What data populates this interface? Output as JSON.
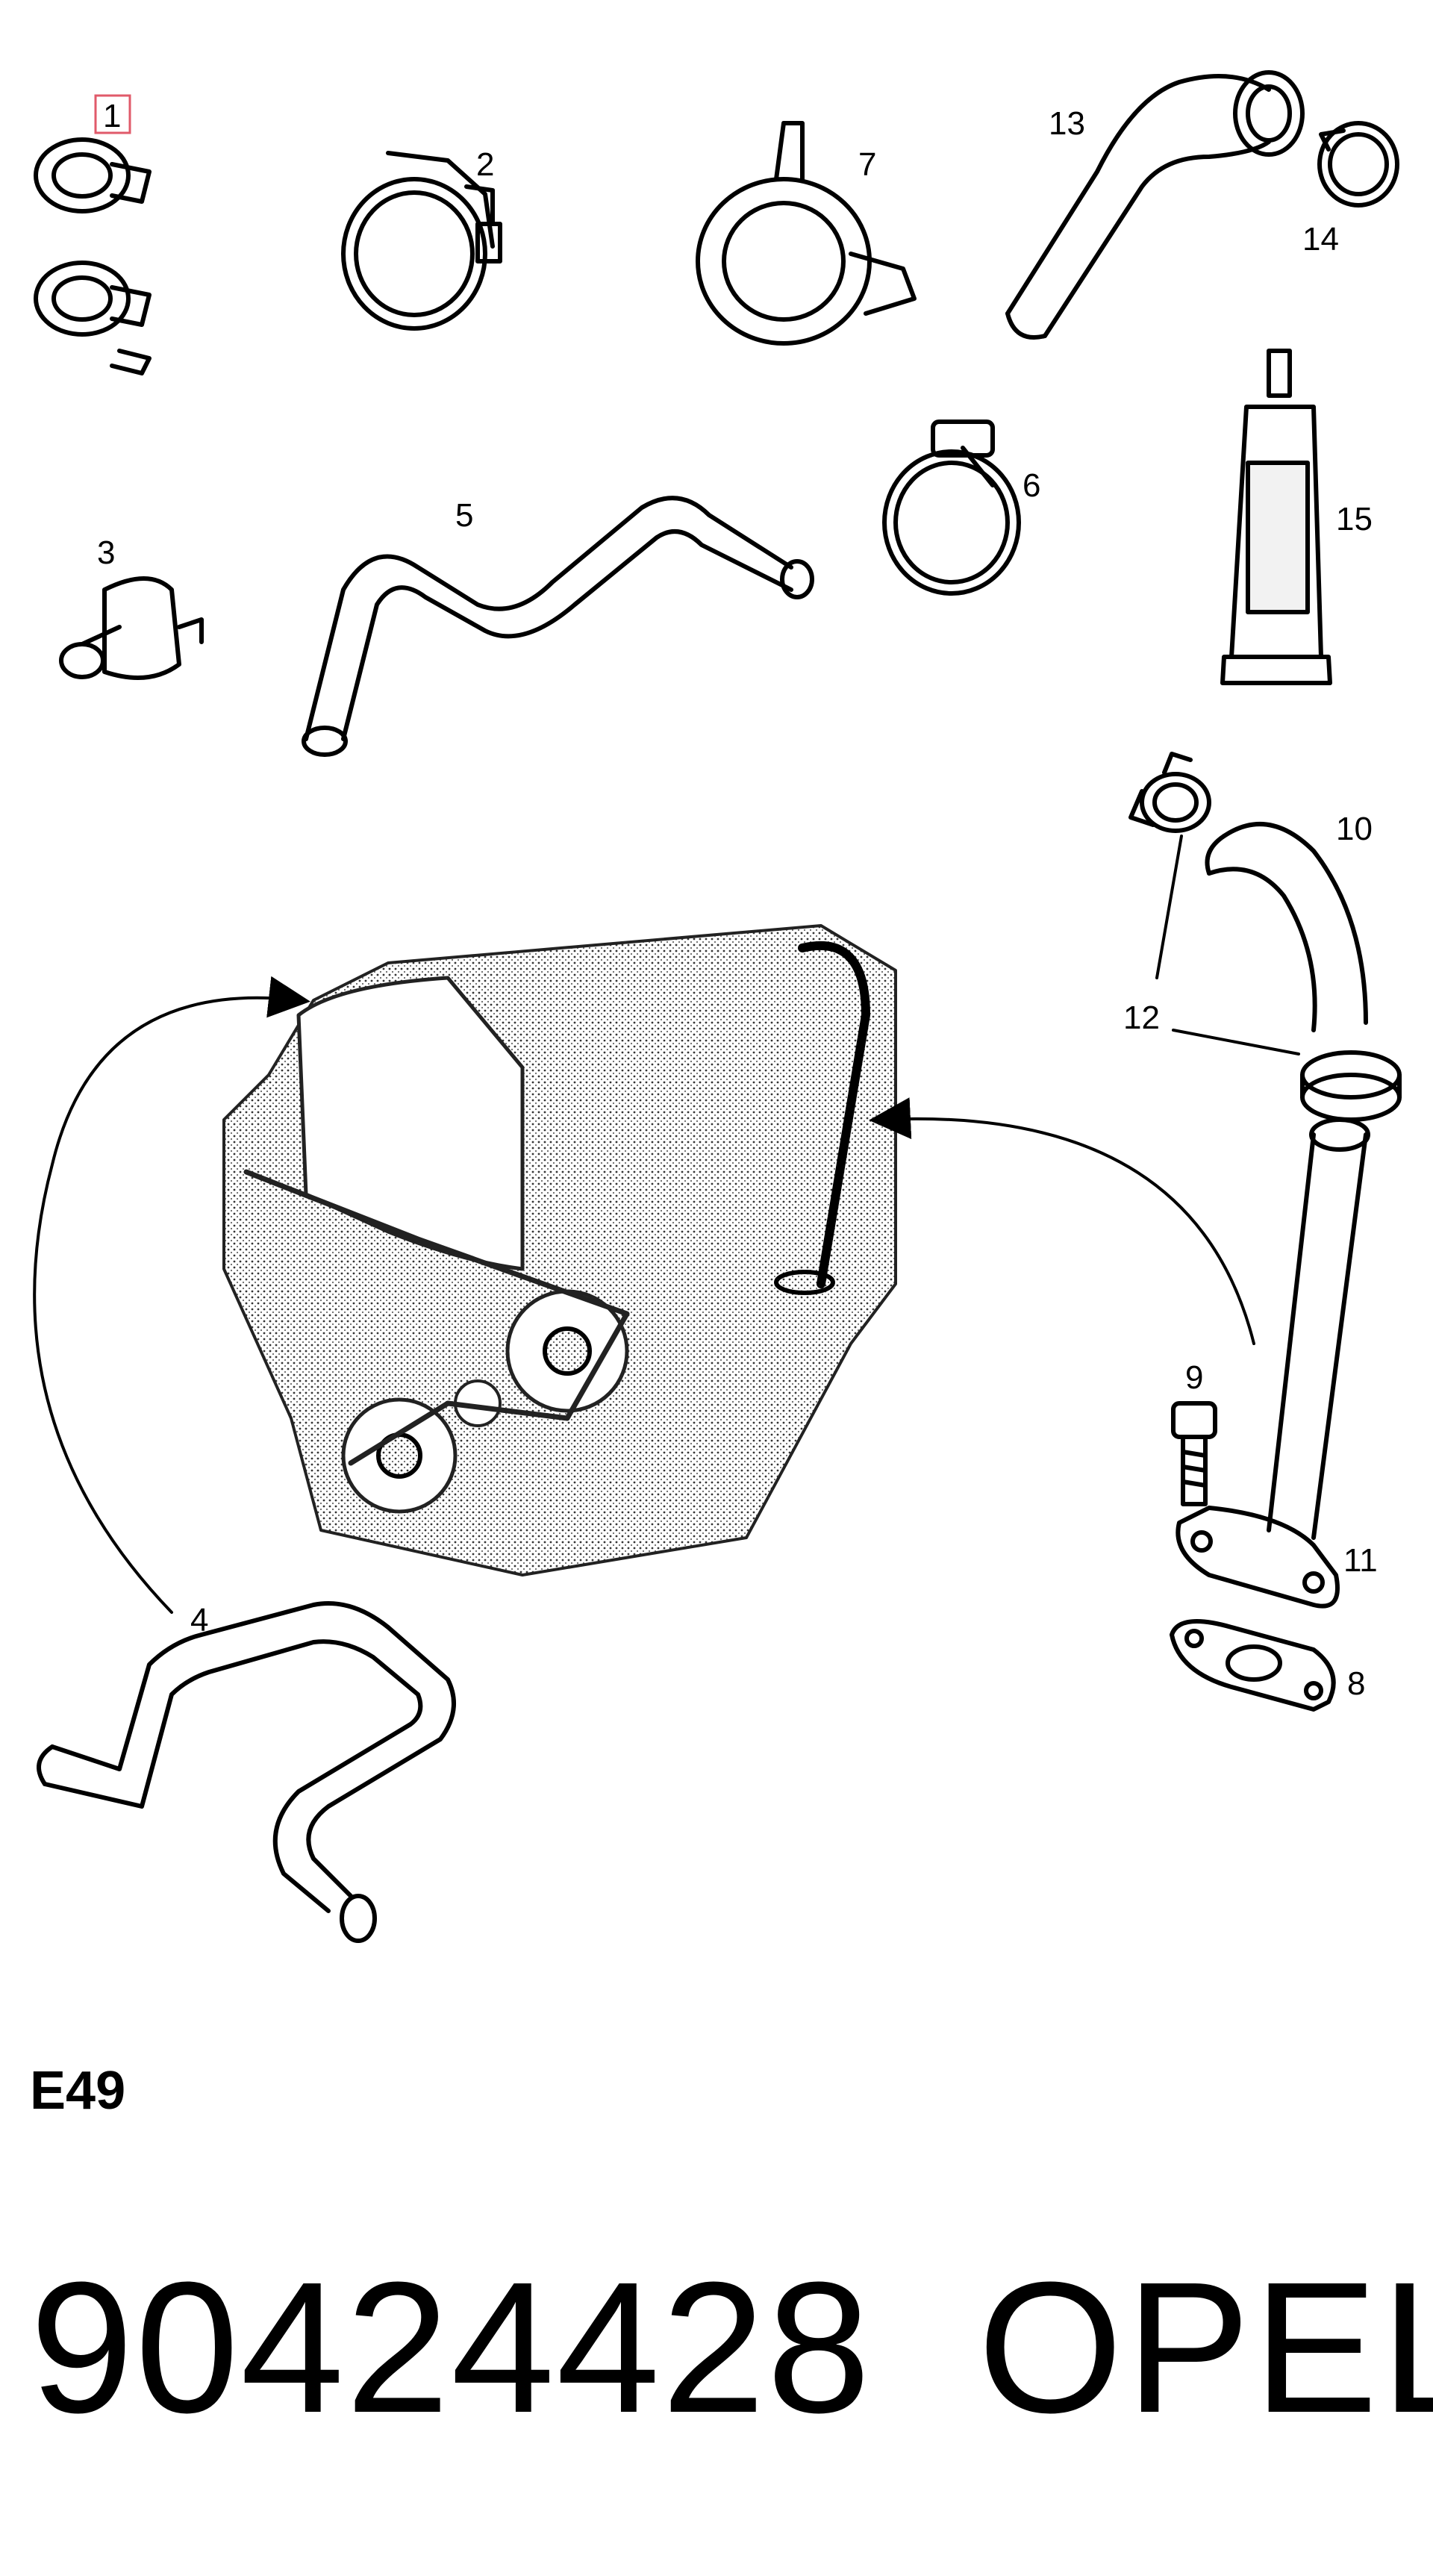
{
  "callouts": {
    "p1": "1",
    "p2": "2",
    "p3": "3",
    "p4": "4",
    "p5": "5",
    "p6": "6",
    "p7": "7",
    "p8": "8",
    "p9": "9",
    "p10": "10",
    "p11": "11",
    "p12": "12",
    "p13": "13",
    "p14": "14",
    "p15": "15"
  },
  "highlight_color": "#e05a6a",
  "section_code": "E49",
  "part_number": "90424428",
  "brand": "OPEL"
}
